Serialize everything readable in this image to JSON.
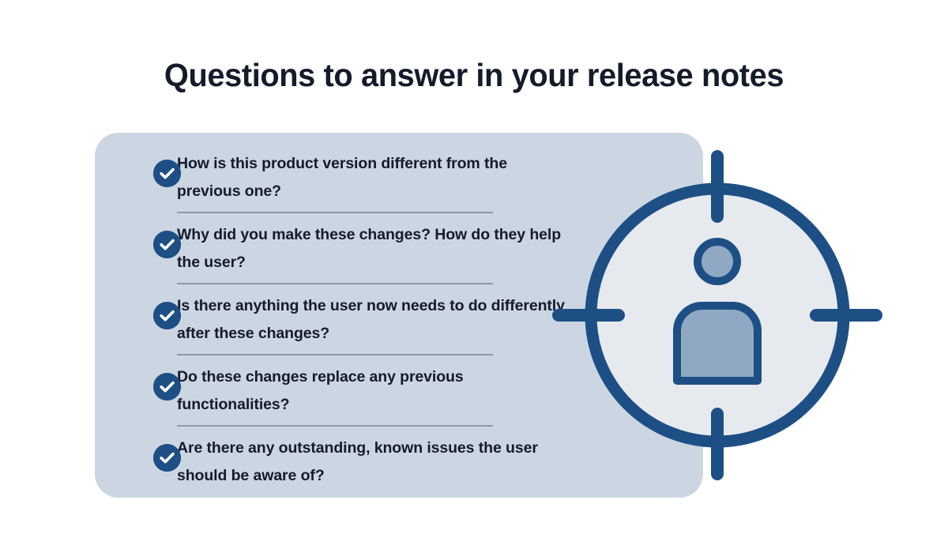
{
  "title": "Questions to answer in your release notes",
  "colors": {
    "background": "#ffffff",
    "panel": "#ccd6e3",
    "accent_dark_blue": "#1d4f85",
    "text_dark": "#141b2b",
    "divider": "#8d99a8",
    "target_inner_fill": "#e6eaef",
    "figure_fill": "#8fa8c4"
  },
  "checklist": {
    "items": [
      {
        "icon": "check-circle-icon",
        "text": "How is this product version different from the previous one?"
      },
      {
        "icon": "check-circle-icon",
        "text": "Why did you make these changes? How do they help the user?"
      },
      {
        "icon": "check-circle-icon",
        "text": "Is there anything the user now needs to do differently after these changes?"
      },
      {
        "icon": "check-circle-icon",
        "text": "Do these changes replace any previous functionalities?"
      },
      {
        "icon": "check-circle-icon",
        "text": "Are there any outstanding, known issues the user should be aware of?"
      }
    ]
  },
  "illustration": {
    "name": "target-person-icon",
    "description": "Crosshair target with person silhouette inside"
  }
}
